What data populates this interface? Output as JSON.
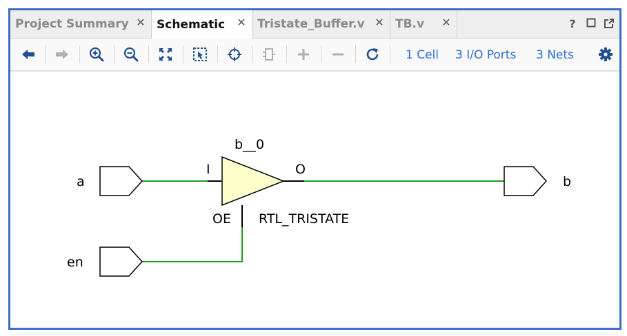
{
  "tabs": [
    {
      "label": "Project Summary",
      "active": false
    },
    {
      "label": "Schematic",
      "active": true
    },
    {
      "label": "Tristate_Buffer.v",
      "active": false
    },
    {
      "label": "TB.v",
      "active": false
    }
  ],
  "tab_close_glyph": "✕",
  "window_controls": {
    "help": "?"
  },
  "toolbar": {
    "cells": "1 Cell",
    "io_ports": "3 I/O Ports",
    "nets": "3 Nets"
  },
  "schematic": {
    "cell_name": "b__0",
    "cell_type": "RTL_TRISTATE",
    "pin_input": "I",
    "pin_output": "O",
    "pin_enable": "OE",
    "port_a": "a",
    "port_en": "en",
    "port_b": "b"
  },
  "colors": {
    "frame": "#3a6fc4",
    "wire": "#1f9a1f",
    "buffer_fill": "#ffffcc",
    "toolbar_icon": "#1f4f8f",
    "toolbar_icon_disabled": "#b0b0b0",
    "link": "#2f6fd0"
  },
  "icons": [
    "back-arrow-icon",
    "forward-arrow-icon",
    "zoom-in-icon",
    "zoom-out-icon",
    "zoom-fit-icon",
    "zoom-selection-icon",
    "crosshair-icon",
    "cell-icon",
    "plus-icon",
    "minus-icon",
    "refresh-icon",
    "gear-icon"
  ]
}
